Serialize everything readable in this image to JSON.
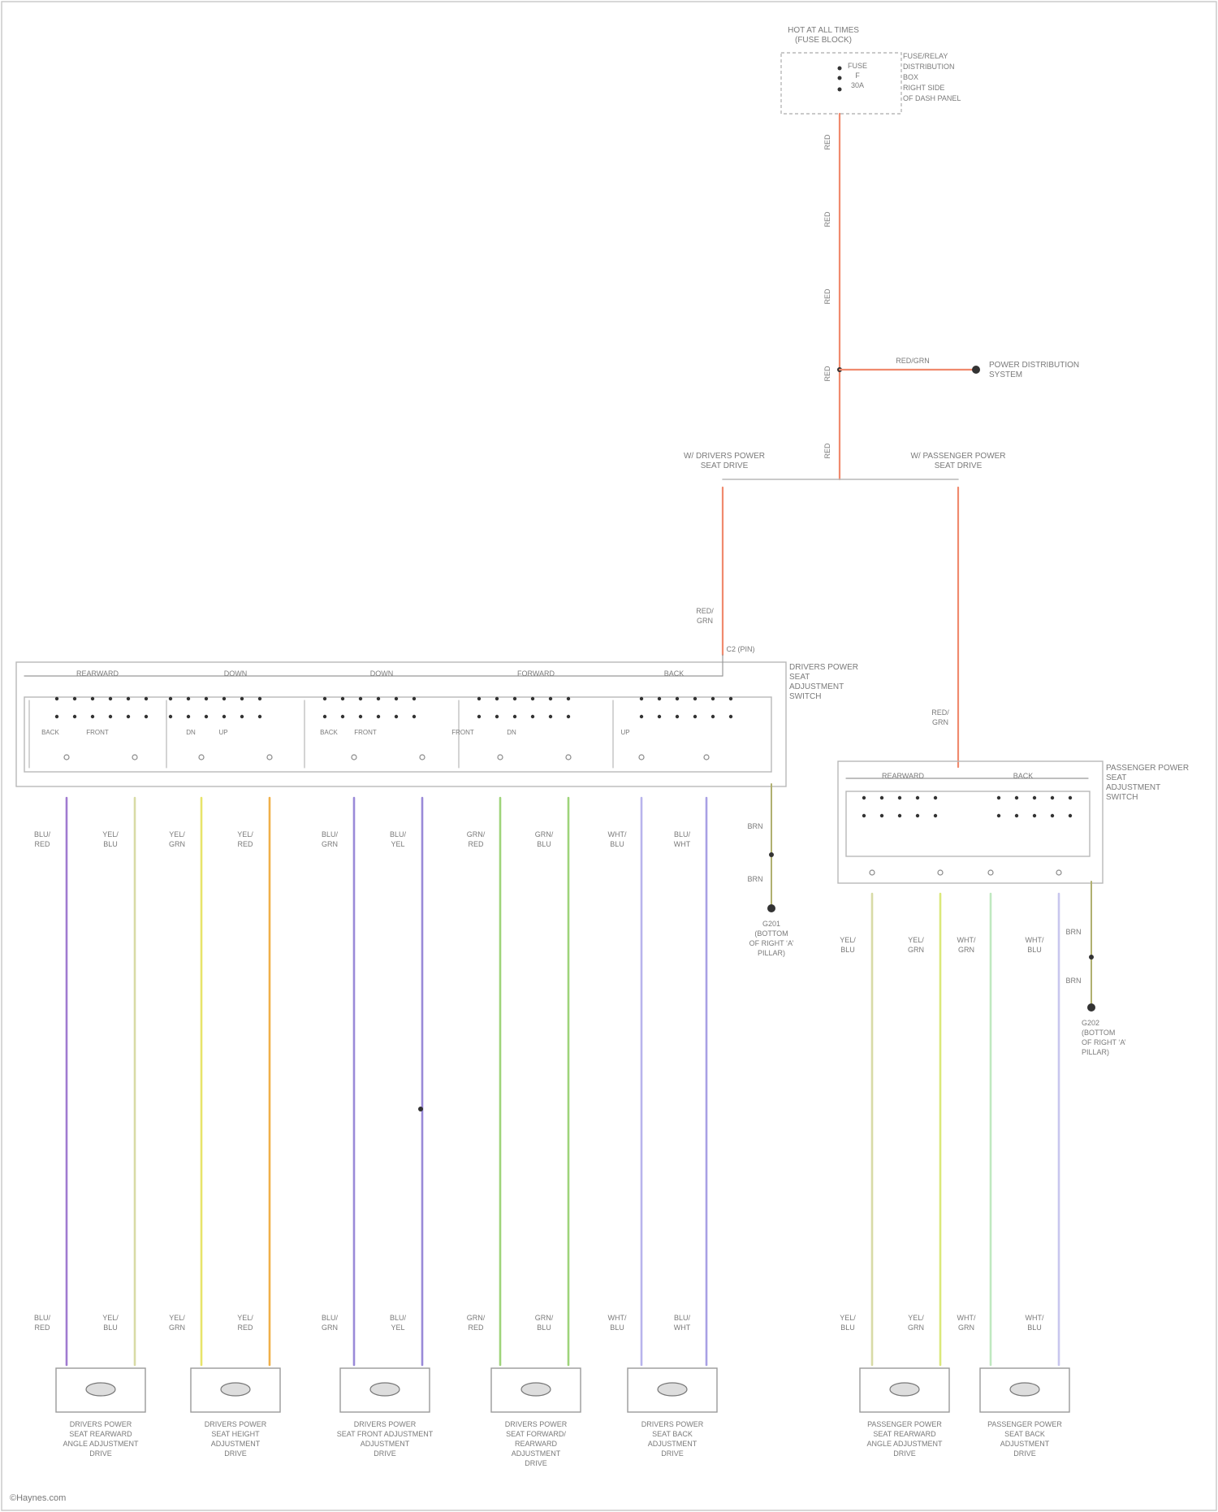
{
  "diagram": {
    "fuse_block": {
      "title": [
        "HOT AT ALL TIMES",
        "(FUSE BLOCK)"
      ],
      "fuse_lines": [
        "FUSE",
        "F",
        "30A"
      ],
      "note": [
        "FUSE/RELAY",
        "DISTRIBUTION",
        "BOX",
        "RIGHT SIDE",
        "OF DASH PANEL"
      ]
    },
    "feed_wire_labels": [
      "RED",
      "RED",
      "RED",
      "RED",
      "RED"
    ],
    "branch": {
      "wire_label": "RED/GRN",
      "destination": [
        "POWER DISTRIBUTION",
        "SYSTEM"
      ]
    },
    "split": {
      "left_label": [
        "W/ DRIVERS POWER",
        "SEAT DRIVE"
      ],
      "right_label": [
        "W/ PASSENGER POWER",
        "SEAT DRIVE"
      ]
    },
    "left_feed": {
      "wire": [
        "RED/",
        "GRN"
      ],
      "pin": "C2 (PIN)"
    },
    "right_feed": {
      "wire": [
        "RED/",
        "GRN"
      ]
    },
    "driver_switch": {
      "name": [
        "DRIVERS POWER",
        "SEAT",
        "ADJUSTMENT",
        "SWITCH"
      ],
      "section_labels": [
        "REARWARD",
        "DOWN",
        "DOWN",
        "FORWARD",
        "BACK"
      ],
      "sub_labels": [
        "BACK",
        "FRONT",
        "DN",
        "UP",
        "BACK",
        "FRONT",
        "FRONT",
        "DN",
        "UP"
      ]
    },
    "driver_wires": [
      {
        "top": [
          "BLU/",
          "RED"
        ],
        "bottom": [
          "BLU/",
          "RED"
        ],
        "color": "#a07ad0"
      },
      {
        "top": [
          "YEL/",
          "BLU"
        ],
        "bottom": [
          "YEL/",
          "BLU"
        ],
        "color": "#d8dba6"
      },
      {
        "top": [
          "YEL/",
          "GRN"
        ],
        "bottom": [
          "YEL/",
          "GRN"
        ],
        "color": "#e8e46a"
      },
      {
        "top": [
          "YEL/",
          "RED"
        ],
        "bottom": [
          "YEL/",
          "RED"
        ],
        "color": "#f0b04a"
      },
      {
        "top": [
          "BLU/",
          "GRN"
        ],
        "bottom": [
          "BLU/",
          "GRN"
        ],
        "color": "#9a8ad8"
      },
      {
        "top": [
          "BLU/",
          "YEL"
        ],
        "bottom": [
          "BLU/",
          "YEL"
        ],
        "color": "#9a8ad8"
      },
      {
        "top": [
          "GRN/",
          "RED"
        ],
        "bottom": [
          "GRN/",
          "RED"
        ],
        "color": "#9ed47a"
      },
      {
        "top": [
          "GRN/",
          "BLU"
        ],
        "bottom": [
          "GRN/",
          "BLU"
        ],
        "color": "#9ed47a"
      },
      {
        "top": [
          "WHT/",
          "BLU"
        ],
        "bottom": [
          "WHT/",
          "BLU"
        ],
        "color": "#b8b4ec"
      },
      {
        "top": [
          "BLU/",
          "WHT"
        ],
        "bottom": [
          "BLU/",
          "WHT"
        ],
        "color": "#a8a0e4"
      }
    ],
    "driver_ground": {
      "wires": [
        "BRN",
        "BRN"
      ],
      "label": [
        "G201",
        "(BOTTOM",
        "OF RIGHT ‘A’",
        "PILLAR)"
      ]
    },
    "driver_motors": [
      [
        "DRIVERS POWER",
        "SEAT REARWARD",
        "ANGLE ADJUSTMENT",
        "DRIVE"
      ],
      [
        "DRIVERS POWER",
        "SEAT HEIGHT",
        "ADJUSTMENT",
        "DRIVE"
      ],
      [
        "DRIVERS POWER",
        "SEAT FRONT ADJUSTMENT",
        "ADJUSTMENT",
        "DRIVE"
      ],
      [
        "DRIVERS POWER",
        "SEAT FORWARD/",
        "REARWARD",
        "ADJUSTMENT",
        "DRIVE"
      ],
      [
        "DRIVERS POWER",
        "SEAT BACK",
        "ADJUSTMENT",
        "DRIVE"
      ]
    ],
    "pass_switch": {
      "name": [
        "PASSENGER POWER",
        "SEAT",
        "ADJUSTMENT",
        "SWITCH"
      ],
      "section_labels": [
        "REARWARD",
        "BACK"
      ]
    },
    "pass_wires": [
      {
        "top": [
          "YEL/",
          "BLU"
        ],
        "bottom": [
          "YEL/",
          "BLU"
        ],
        "color": "#d8dba6"
      },
      {
        "top": [
          "YEL/",
          "GRN"
        ],
        "bottom": [
          "YEL/",
          "GRN"
        ],
        "color": "#dbe87a"
      },
      {
        "top": [
          "WHT/",
          "GRN"
        ],
        "bottom": [
          "WHT/",
          "GRN"
        ],
        "color": "#bfe8c0"
      },
      {
        "top": [
          "WHT/",
          "BLU"
        ],
        "bottom": [
          "WHT/",
          "BLU"
        ],
        "color": "#c8c6ee"
      }
    ],
    "pass_ground": {
      "wires": [
        "BRN",
        "BRN"
      ],
      "label": [
        "G202",
        "(BOTTOM",
        "OF RIGHT ‘A’",
        "PILLAR)"
      ]
    },
    "pass_motors": [
      [
        "PASSENGER POWER",
        "SEAT REARWARD",
        "ANGLE ADJUSTMENT",
        "DRIVE"
      ],
      [
        "PASSENGER POWER",
        "SEAT BACK",
        "ADJUSTMENT",
        "DRIVE"
      ]
    ],
    "footer": "©Haynes.com"
  }
}
